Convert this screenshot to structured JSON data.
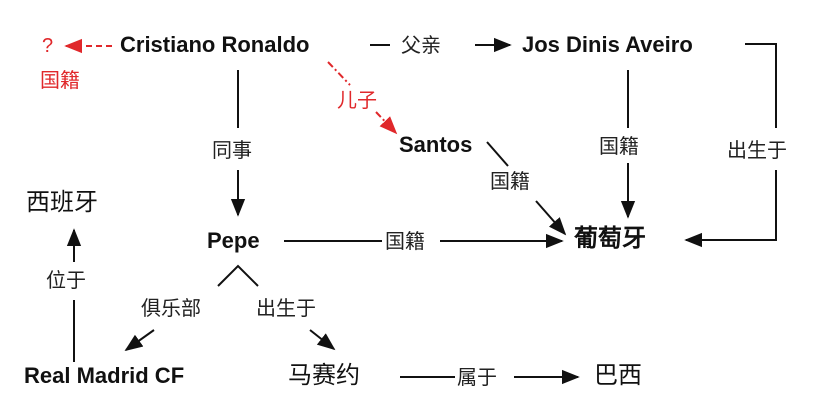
{
  "colors": {
    "line": "#111111",
    "highlight": "#e0282b",
    "background": "#ffffff"
  },
  "nodes": {
    "cristiano": "Cristiano Ronaldo",
    "father": "Jos Dinis Aveiro",
    "santos": "Santos",
    "pepe": "Pepe",
    "spain": "西班牙",
    "portugal": "葡萄牙",
    "real_madrid": "Real Madrid CF",
    "maceio": "马赛约",
    "brazil": "巴西",
    "unknown": "?"
  },
  "edges": {
    "cr_father": "父亲",
    "cr_son": "儿子",
    "cr_colleague": "同事",
    "cr_nationality_unknown": "国籍",
    "father_nationality": "国籍",
    "father_birthplace": "出生于",
    "santos_nationality": "国籍",
    "pepe_nationality": "国籍",
    "pepe_club": "俱乐部",
    "pepe_birthplace": "出生于",
    "real_located_in": "位于",
    "maceio_belongs_to": "属于"
  }
}
